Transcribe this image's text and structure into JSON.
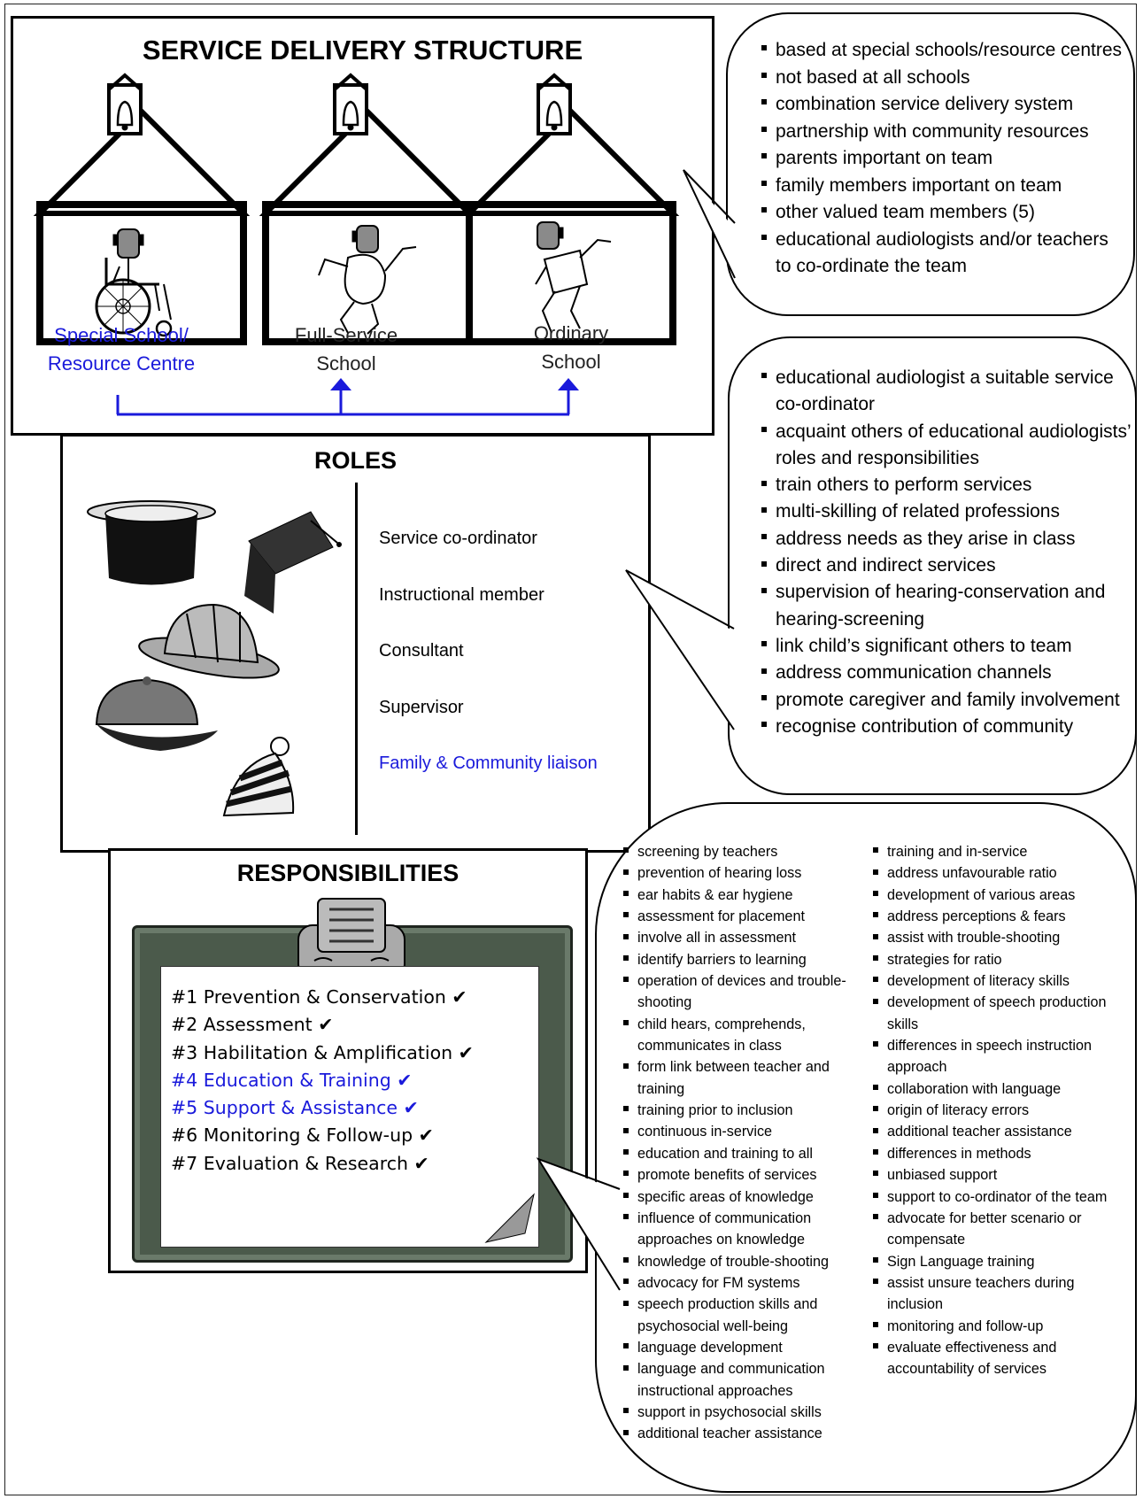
{
  "service": {
    "title": "SERVICE DELIVERY STRUCTURE",
    "schools": [
      {
        "line1": "Special School/",
        "line2": "Resource Centre",
        "color": "#1a1adb"
      },
      {
        "line1": "Full-Service",
        "line2": "School",
        "color": "#222222"
      },
      {
        "line1": "Ordinary",
        "line2": "School",
        "color": "#222222"
      }
    ]
  },
  "bubble1": {
    "items": [
      "based at special schools/resource centres",
      "not based at all schools",
      "combination service delivery system",
      "partnership with community resources",
      "parents important on team",
      "family members important on team",
      "other valued team members (5)",
      "educational audiologists and/or teachers to co-ordinate the team"
    ]
  },
  "roles": {
    "title": "ROLES",
    "items": [
      "Service co-ordinator",
      "Instructional member",
      "Consultant",
      "Supervisor",
      "Family & Community liaison"
    ]
  },
  "bubble2": {
    "items": [
      "educational audiologist a suitable service co-ordinator",
      "acquaint others of educational audiologists’ roles and responsibilities",
      "train others to perform services",
      "multi-skilling of related professions",
      "address needs as they arise in class",
      "direct and indirect services",
      "supervision of hearing-conservation and hearing-screening",
      "link  child’s significant others to team",
      "address communication channels",
      "promote caregiver and family involvement",
      "recognise contribution of community"
    ]
  },
  "responsibilities": {
    "title": "RESPONSIBILITIES",
    "items": [
      "#1 Prevention & Conservation",
      "#2 Assessment",
      "#3 Habilitation & Amplification",
      "#4 Education & Training",
      "#5 Support & Assistance",
      "#6 Monitoring & Follow-up",
      "#7 Evaluation & Research"
    ],
    "check": "✔"
  },
  "bubble3": {
    "col1": [
      "screening by teachers",
      "prevention of hearing loss",
      "ear habits & ear hygiene",
      "assessment for placement",
      "involve all in assessment",
      "identify barriers to learning",
      "operation of devices and trouble-shooting",
      "child hears, comprehends, communicates in class",
      "form link between teacher and training",
      "training prior to inclusion",
      "continuous in-service",
      "education and training to all",
      "promote benefits of services",
      "specific areas of knowledge",
      "influence of communication approaches on knowledge",
      "knowledge of trouble-shooting",
      "advocacy for FM systems",
      "speech production skills and psychosocial well-being",
      "language development",
      "language and communication instructional approaches",
      "support in psychosocial skills",
      "additional teacher assistance"
    ],
    "col2": [
      "training and in-service",
      "address unfavourable ratio",
      "development of various areas",
      "address perceptions & fears",
      "assist with trouble-shooting",
      "strategies for ratio",
      "development of literacy skills",
      "development of speech production skills",
      "differences in speech instruction approach",
      "collaboration with language",
      "origin of literacy errors",
      "additional teacher assistance",
      "differences in methods",
      "unbiased support",
      "support to co-ordinator of the team",
      "advocate for better scenario or compensate",
      "Sign Language training",
      "assist unsure teachers during inclusion",
      "monitoring and follow-up",
      "evaluate effectiveness and accountability of services"
    ]
  }
}
